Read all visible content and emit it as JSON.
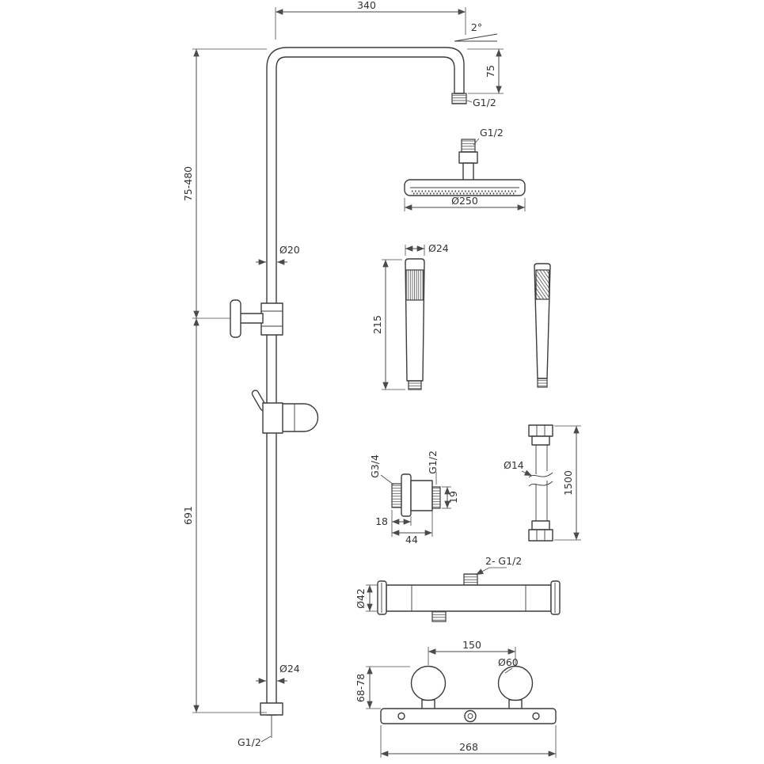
{
  "drawing": {
    "colors": {
      "line": "#3c3c3c",
      "dim": "#4a4a4a",
      "text": "#333333",
      "bg": "#ffffff"
    },
    "labels": {
      "arm_length": "340",
      "arm_angle": "2°",
      "arm_drop": "75",
      "arm_thread": "G1/2",
      "riser_upper_range": "75-480",
      "riser_diameter": "Ø20",
      "riser_lower": "691",
      "riser_bottom_diameter": "Ø24",
      "riser_bottom_thread": "G1/2",
      "head_thread": "G1/2",
      "head_diameter": "Ø250",
      "handset_diameter": "Ø24",
      "handset_length": "215",
      "elbow_inlet_thread": "G3/4",
      "elbow_outlet_thread": "G1/2",
      "elbow_offset": "19",
      "elbow_plate_depth": "18",
      "elbow_total_depth": "44",
      "hose_diameter": "Ø14",
      "hose_length": "1500",
      "valve_connections": "2- G1/2",
      "valve_body_diameter": "Ø42",
      "valve_centres": "150",
      "valve_knob_diameter": "Ø60",
      "valve_height_range": "68-78",
      "valve_width": "268"
    }
  }
}
